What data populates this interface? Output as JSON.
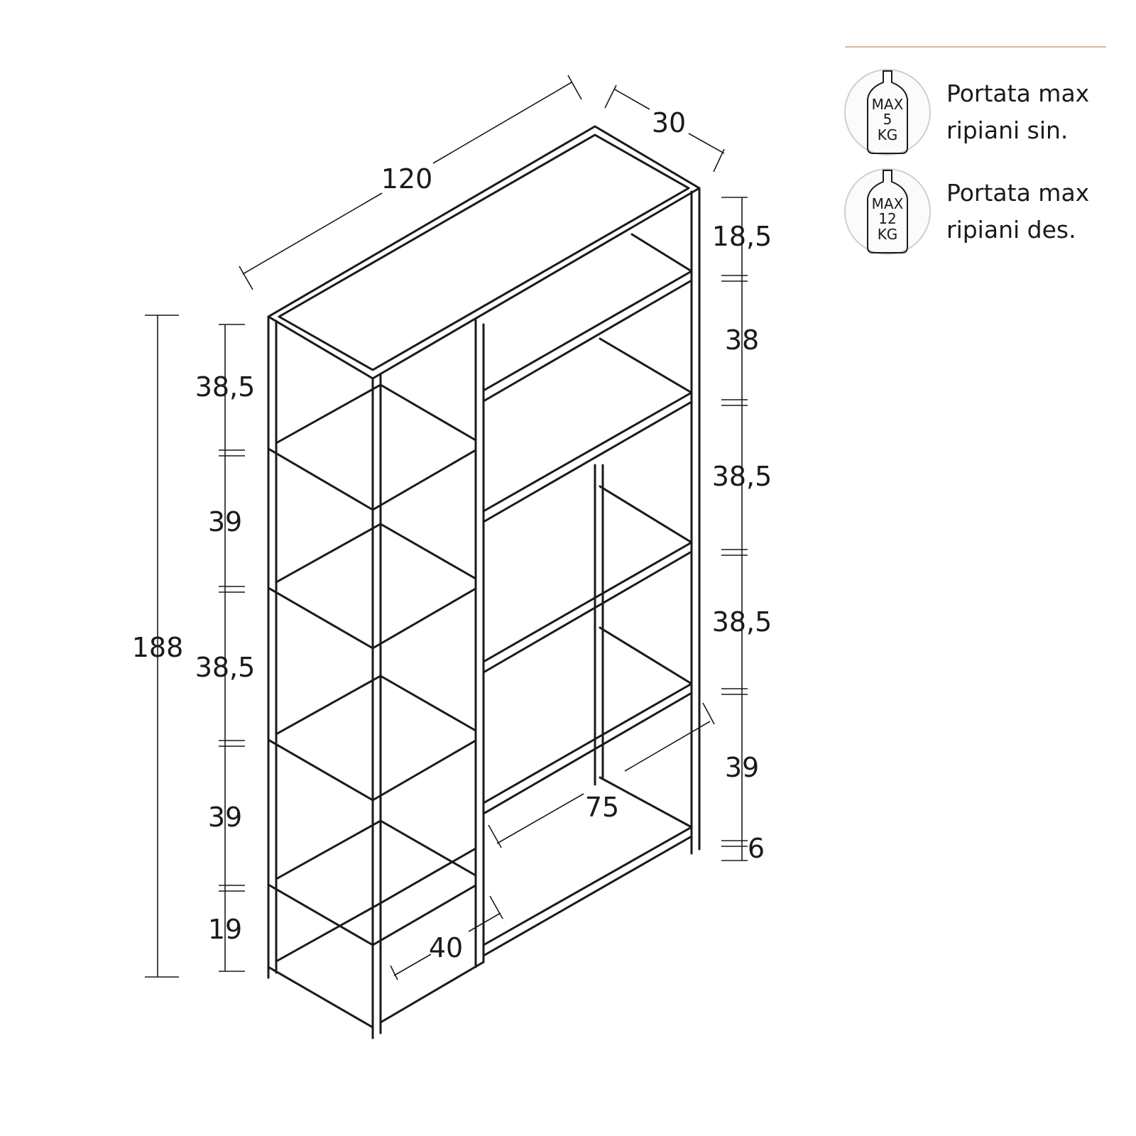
{
  "dimensions": {
    "width": "120",
    "depth": "30",
    "height_total": "188",
    "left_column": [
      "38,5",
      "39",
      "38,5",
      "39",
      "19"
    ],
    "right_column": [
      "18,5",
      "38",
      "38,5",
      "38,5",
      "39",
      "6"
    ],
    "left_inner_width": "40",
    "right_inner_width": "75"
  },
  "legend": {
    "accent_color": "#d9b9a3",
    "items": [
      {
        "icon": "weight-bottle-icon",
        "badge_top": "MAX",
        "badge_value": "5",
        "badge_unit": "KG",
        "line1": "Portata max",
        "line2": "ripiani sin."
      },
      {
        "icon": "weight-bottle-icon",
        "badge_top": "MAX",
        "badge_value": "12",
        "badge_unit": "KG",
        "line1": "Portata max",
        "line2": "ripiani des."
      }
    ]
  }
}
